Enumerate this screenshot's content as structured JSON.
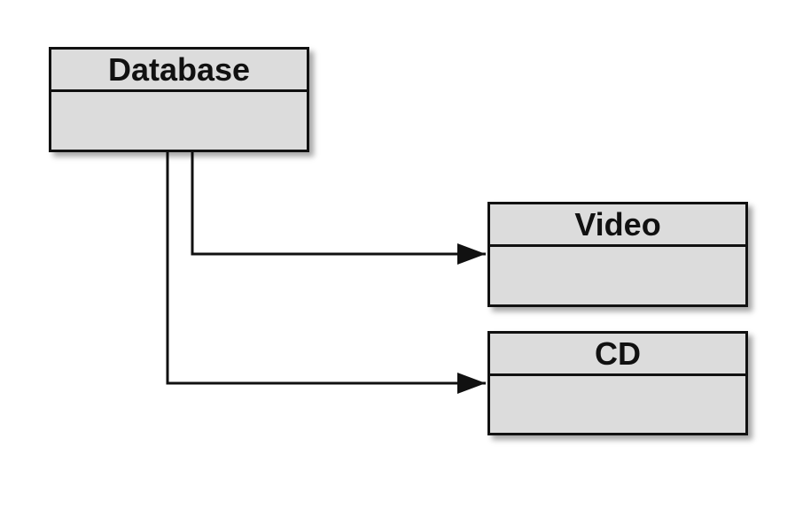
{
  "diagram": {
    "classes": [
      {
        "id": "database",
        "name": "Database"
      },
      {
        "id": "video",
        "name": "Video"
      },
      {
        "id": "cd",
        "name": "CD"
      }
    ],
    "associations": [
      {
        "from": "database",
        "to": "video",
        "arrow": "filled-triangle"
      },
      {
        "from": "database",
        "to": "cd",
        "arrow": "filled-triangle"
      }
    ],
    "colors": {
      "box_fill": "#dcdcdc",
      "line": "#111111",
      "background": "#ffffff"
    }
  }
}
